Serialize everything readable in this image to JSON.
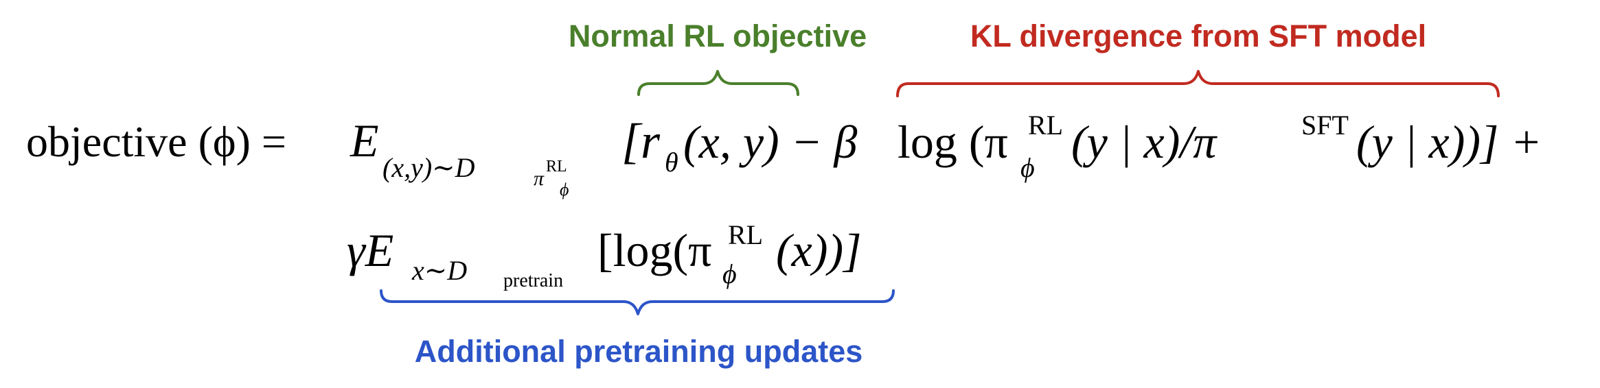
{
  "annotations": {
    "rl_objective": {
      "text": "Normal RL objective",
      "color": "#4a7f2b"
    },
    "kl_divergence": {
      "text": "KL divergence from SFT model",
      "color": "#c12a20"
    },
    "pretraining": {
      "text": "Additional pretraining updates",
      "color": "#2c55c8"
    }
  },
  "equation": {
    "lhs": "objective (ϕ) =",
    "expectation_symbol": "E",
    "expectation_subscript": "(x,y)∼D",
    "policy_symbol": "π",
    "policy_sup": "RL",
    "policy_sub": "ϕ",
    "reward_term": "[r",
    "reward_sub": "θ",
    "reward_args": "(x, y) − β",
    "log_open": "log (π",
    "rl_sup": "RL",
    "rl_sub": "ϕ",
    "middle_args": "(y | x)/π",
    "sft_sup": "SFT",
    "tail_args": "(y | x))] +",
    "gamma_term": "γE",
    "gamma_subscript": "x∼D",
    "pretrain_sub": "pretrain",
    "pretrain_log": "[log(π",
    "pretrain_sup": "RL",
    "pretrain_phi": "ϕ",
    "pretrain_tail": "(x))]"
  }
}
